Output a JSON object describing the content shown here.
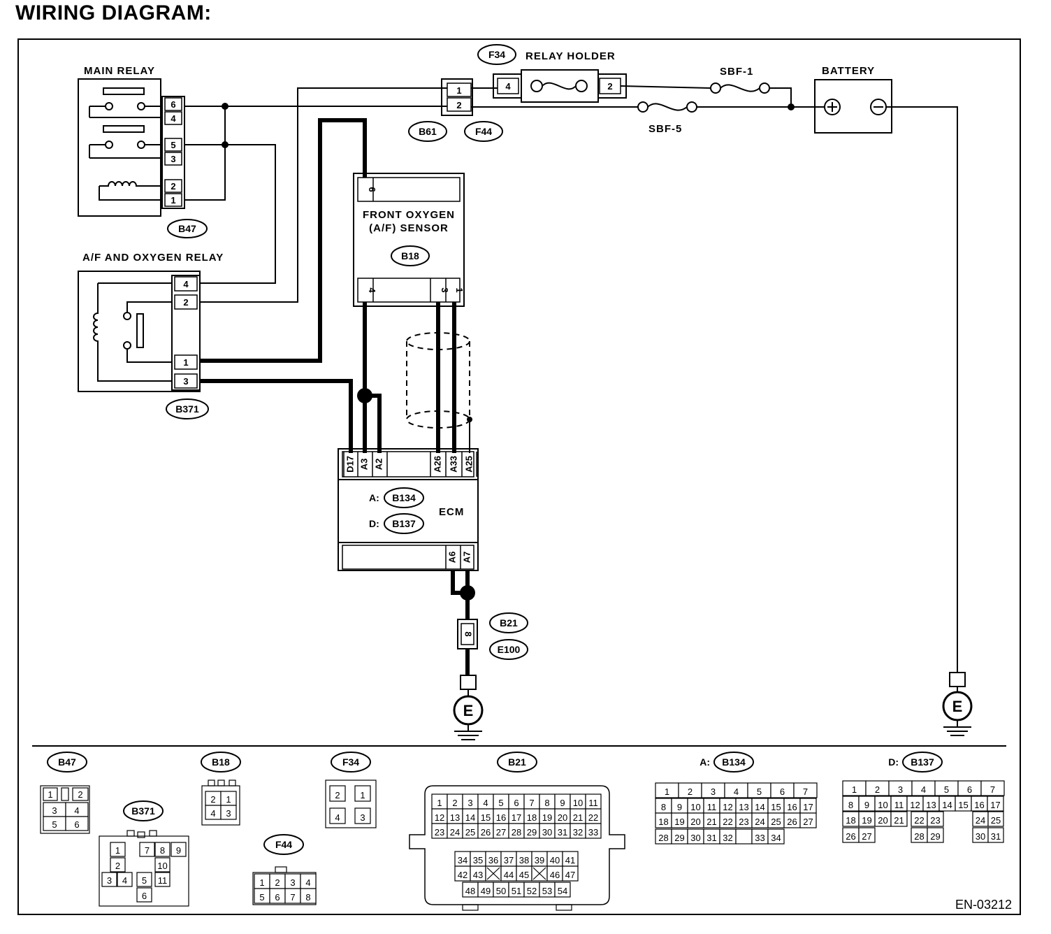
{
  "title": "WIRING DIAGRAM:",
  "labels": {
    "main_relay": "MAIN RELAY",
    "af_oxygen_relay": "A/F AND OXYGEN RELAY",
    "relay_holder": "RELAY HOLDER",
    "battery": "BATTERY",
    "sbf1": "SBF-1",
    "sbf5": "SBF-5",
    "sensor_line1": "FRONT OXYGEN",
    "sensor_line2": "(A/F) SENSOR",
    "ecm": "ECM",
    "ecm_a_prefix": "A:",
    "ecm_d_prefix": "D:",
    "ground": "E",
    "figure_id": "EN-03212",
    "plus": "+",
    "minus": "−"
  },
  "connectors": {
    "b47": "B47",
    "b371": "B371",
    "f34": "F34",
    "b61": "B61",
    "f44": "F44",
    "b18": "B18",
    "b134": "B134",
    "b137": "B137",
    "b21": "B21",
    "e100": "E100"
  },
  "pins": {
    "main_relay": [
      "6",
      "4",
      "5",
      "3",
      "2",
      "1"
    ],
    "af_relay": [
      "4",
      "2",
      "1",
      "3"
    ],
    "b61": [
      "1",
      "2"
    ],
    "relay_holder": [
      "4",
      "2"
    ],
    "sensor_top": "6",
    "sensor_bottom": [
      "4",
      "3",
      "1"
    ],
    "ecm_top": [
      "D17",
      "A3",
      "A2",
      "A26",
      "A33",
      "A25"
    ],
    "ecm_bottom": [
      "A6",
      "A7"
    ],
    "b21": "8"
  },
  "face_views": {
    "b47": {
      "label": "B47",
      "rows": [
        [
          "1",
          "",
          "2"
        ],
        [
          "3",
          "4"
        ],
        [
          "5",
          "6"
        ]
      ]
    },
    "b18": {
      "label": "B18",
      "rows": [
        [
          "2",
          "1"
        ],
        [
          "4",
          "3"
        ]
      ]
    },
    "f34": {
      "label": "F34",
      "rows": [
        [
          "2",
          "1"
        ],
        [
          "4",
          "3"
        ]
      ]
    },
    "f44": {
      "label": "F44",
      "rows": [
        [
          "1",
          "2",
          "3",
          "4"
        ],
        [
          "5",
          "6",
          "7",
          "8"
        ]
      ]
    },
    "b371": {
      "label": "B371",
      "cells": [
        "1",
        "7",
        "8",
        "9",
        "2",
        "10",
        "3",
        "4",
        "5",
        "11",
        "6"
      ]
    },
    "b21": {
      "label": "B21",
      "rows": [
        [
          "1",
          "2",
          "3",
          "4",
          "5",
          "6",
          "7",
          "8",
          "9",
          "10",
          "11"
        ],
        [
          "12",
          "13",
          "14",
          "15",
          "16",
          "17",
          "18",
          "19",
          "20",
          "21",
          "22"
        ],
        [
          "23",
          "24",
          "25",
          "26",
          "27",
          "28",
          "29",
          "30",
          "31",
          "32",
          "33"
        ],
        [
          "34",
          "35",
          "36",
          "37",
          "38",
          "39",
          "40",
          "41"
        ],
        [
          "42",
          "43",
          "",
          "44",
          "45",
          "",
          "46",
          "47"
        ],
        [
          "48",
          "49",
          "50",
          "51",
          "52",
          "53",
          "54"
        ]
      ]
    },
    "b134": {
      "prefix": "A:",
      "label": "B134",
      "rows": [
        [
          "1",
          "2",
          "3",
          "4",
          "5",
          "6",
          "7"
        ],
        [
          "8",
          "9",
          "10",
          "11",
          "12",
          "13",
          "14",
          "15",
          "16",
          "17"
        ],
        [
          "18",
          "19",
          "20",
          "21",
          "22",
          "23",
          "24",
          "25",
          "26",
          "27"
        ],
        [
          "28",
          "29",
          "30",
          "31",
          "32",
          "",
          "33",
          "34"
        ]
      ]
    },
    "b137": {
      "prefix": "D:",
      "label": "B137",
      "rows": [
        [
          "1",
          "2",
          "3",
          "4",
          "5",
          "6",
          "7"
        ],
        [
          "8",
          "9",
          "10",
          "11",
          "12",
          "13",
          "14",
          "15",
          "16",
          "17"
        ],
        [
          "18",
          "19",
          "20",
          "21",
          "22",
          "23",
          "24",
          "25"
        ],
        [
          "26",
          "27",
          "28",
          "29",
          "30",
          "31"
        ]
      ]
    }
  }
}
